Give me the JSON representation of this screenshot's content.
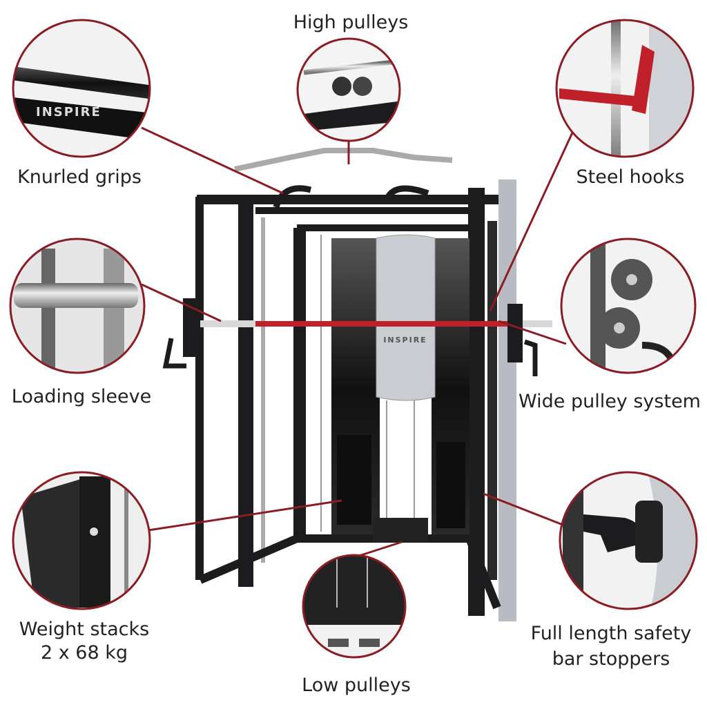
{
  "brand": "INSPIRE",
  "colors": {
    "accent": "#8b1c24",
    "bar_red": "#c0202a",
    "frame": "#1c1c1e",
    "upright": "#b8bcc2"
  },
  "callouts": {
    "high_pulleys": "High pulleys",
    "knurled_grips": "Knurled grips",
    "steel_hooks": "Steel hooks",
    "loading_sleeve": "Loading sleeve",
    "wide_pulley_system": "Wide pulley system",
    "weight_stacks": "Weight stacks",
    "weight_stacks_detail": "2 x 68 kg",
    "safety_stoppers_line1": "Full length safety",
    "safety_stoppers_line2": "bar stoppers",
    "low_pulleys": "Low pulleys"
  }
}
